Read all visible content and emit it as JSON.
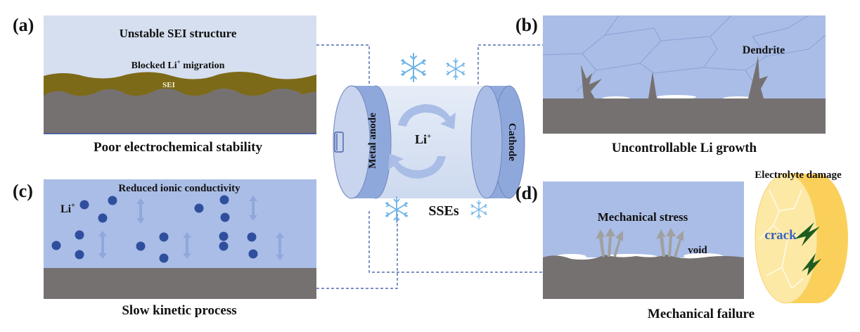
{
  "panels": {
    "a": {
      "tag": "(a)",
      "top_text": "Unstable SEI structure",
      "middle_text_main": "Blocked Li",
      "middle_text_sup": "+",
      "middle_text_tail": " migration",
      "sei_label": "SEI",
      "caption": "Poor electrochemical stability"
    },
    "b": {
      "tag": "(b)",
      "dendrite_label": "Dendrite",
      "caption": "Uncontrollable Li growth"
    },
    "c": {
      "tag": "(c)",
      "top_text": "Reduced ionic conductivity",
      "ion_label_main": "Li",
      "ion_label_sup": "+",
      "caption": "Slow kinetic process"
    },
    "d": {
      "tag": "(d)",
      "stress_label": "Mechanical stress",
      "void_label": "void",
      "damage_label": "Electrolyte damage",
      "crack_label": "crack",
      "caption": "Mechanical failure"
    }
  },
  "center": {
    "anode_label": "Metal anode",
    "cathode_label": "Cathode",
    "ion_main": "Li",
    "ion_sup": "+",
    "sse_label": "SSEs"
  },
  "colors": {
    "light_blue": "#d6dff0",
    "mid_blue": "#aabde6",
    "electrode_blue": "#8fa8dc",
    "grey_metal": "#767171",
    "sei_brown": "#7d6a18",
    "ion_blue": "#2f4f9e",
    "snow_blue": "#6fb3e6",
    "crack_yellow": "#fbd75e",
    "crack_green": "#1f5c1f",
    "link_blue": "#2f4f9e"
  }
}
